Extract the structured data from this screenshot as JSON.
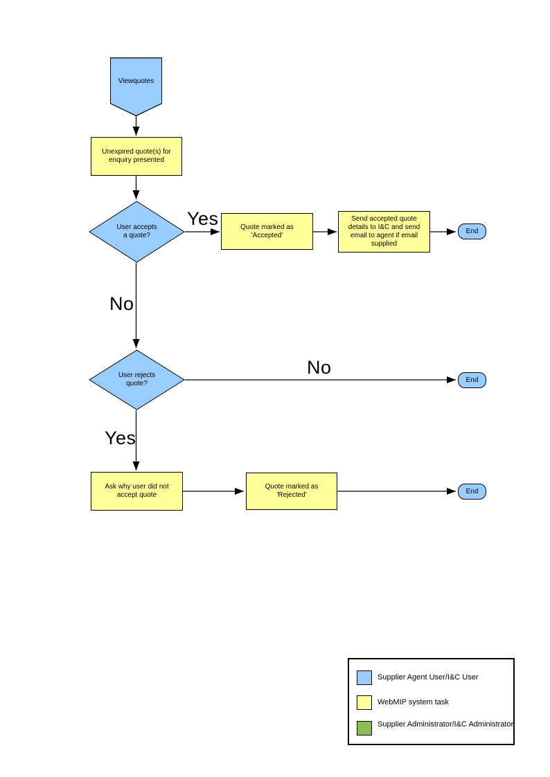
{
  "colors": {
    "actor_blue": "#99CCFF",
    "task_yellow": "#FFFF99",
    "admin_green": "#8CBF52",
    "line_black": "#000000"
  },
  "nodes": {
    "start": {
      "shape": "pentagon",
      "label": "Viewquotes"
    },
    "unexpired": {
      "shape": "process",
      "label": "Unexpired quote(s) for enquiry presented"
    },
    "accepts": {
      "shape": "decision",
      "label": "User accepts a quote?"
    },
    "marked_accepted": {
      "shape": "process",
      "label": "Quote  marked as 'Accepted'"
    },
    "send_details": {
      "shape": "process",
      "label": "Send accepted quote details to I&C and send email to agent if email supplied"
    },
    "end_accepted": {
      "shape": "terminator",
      "label": "End"
    },
    "rejects": {
      "shape": "decision",
      "label": "User rejects quote?"
    },
    "end_no_reject": {
      "shape": "terminator",
      "label": "End"
    },
    "ask_why": {
      "shape": "process",
      "label": "Ask why user did not accept quote"
    },
    "marked_rejected": {
      "shape": "process",
      "label": "Quote  marked as 'Rejected'"
    },
    "end_rejected": {
      "shape": "terminator",
      "label": "End"
    }
  },
  "edge_labels": {
    "accepts_yes": "Yes",
    "accepts_no": "No",
    "rejects_no": "No",
    "rejects_yes": "Yes"
  },
  "legend": {
    "items": [
      {
        "swatch_color": "#99CCFF",
        "label": "Supplier Agent User/I&C User"
      },
      {
        "swatch_color": "#FFFF99",
        "label": "WebMIP system task"
      },
      {
        "swatch_color": "#8CBF52",
        "label": "Supplier Administrator/I&C Administrator"
      }
    ]
  }
}
